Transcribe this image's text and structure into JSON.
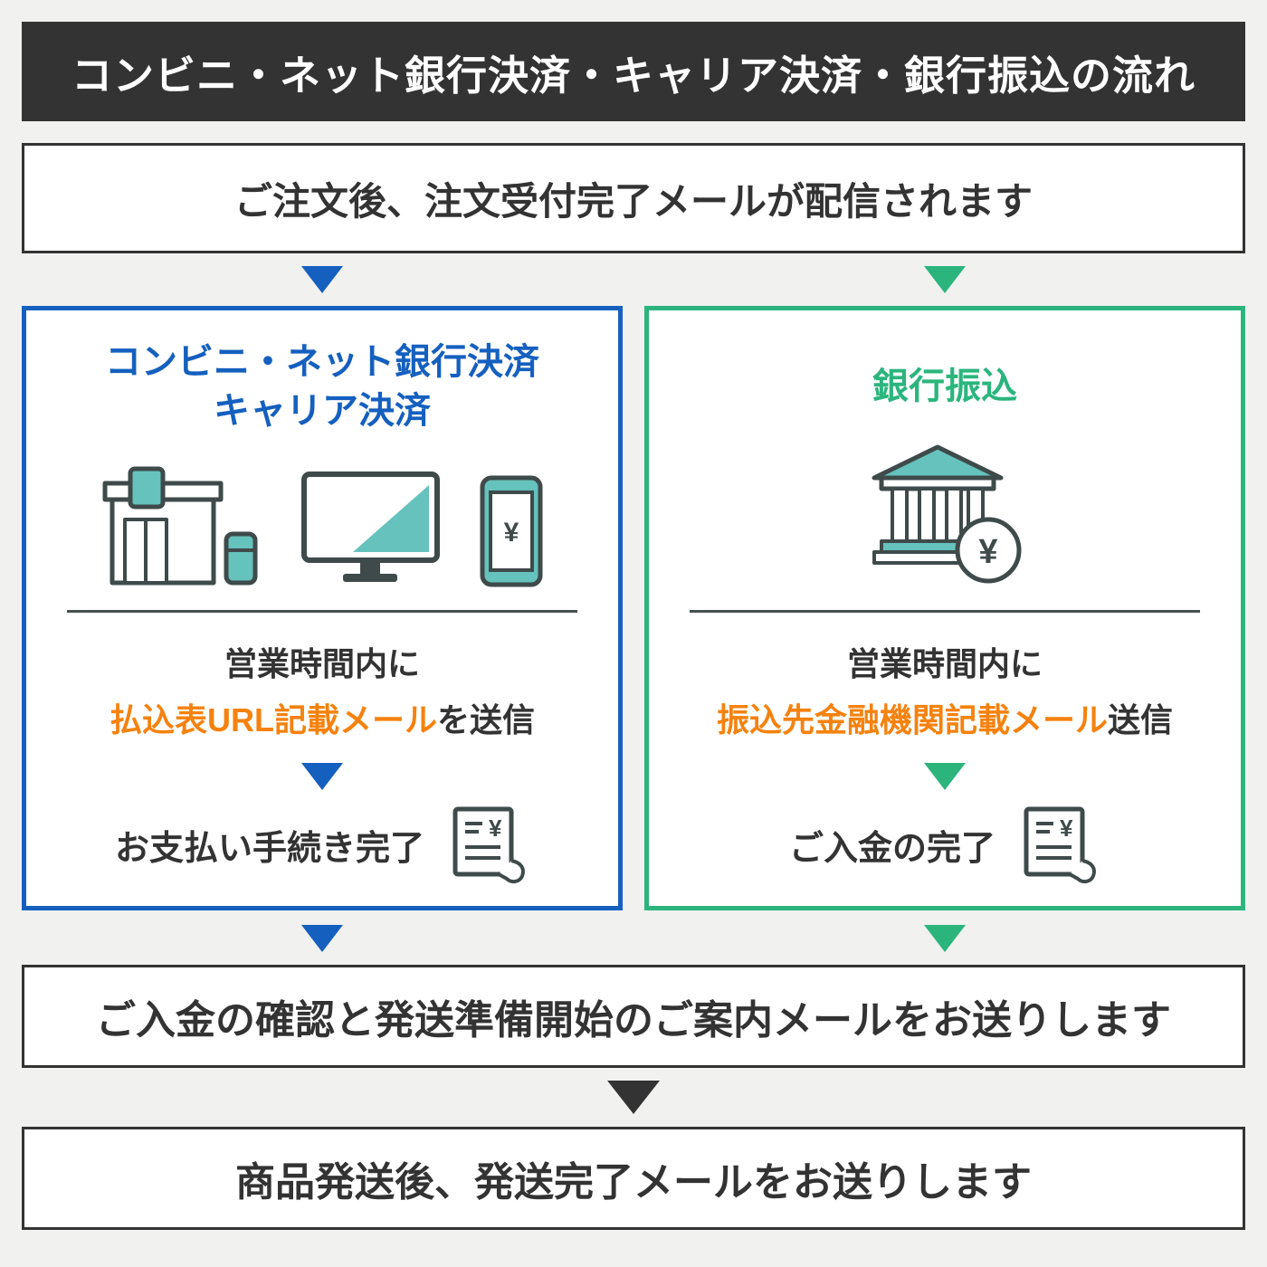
{
  "header": {
    "title": "コンビニ・ネット銀行決済・キャリア決済・銀行振込の流れ"
  },
  "flow": {
    "order_received": "ご注文後、注文受付完了メールが配信されます",
    "confirm": "ご入金の確認と発送準備開始のご案内メールをお送りします",
    "shipped": "商品発送後、発送完了メールをお送りします"
  },
  "left": {
    "title_line1": "コンビニ・ネット銀行決済",
    "title_line2": "キャリア決済",
    "hours": "営業時間内に",
    "mail_highlight": "払込表URL記載メール",
    "mail_suffix": "を送信",
    "done": "お支払い手続き完了"
  },
  "right": {
    "title": "銀行振込",
    "hours": "営業時間内に",
    "mail_highlight": "振込先金融機関記載メール",
    "mail_suffix": "送信",
    "done": "ご入金の完了"
  },
  "symbols": {
    "yen": "¥"
  },
  "colors": {
    "background": "#f1f1f0",
    "dark": "#333333",
    "blue": "#1560bf",
    "green": "#2bb57d",
    "orange": "#f5820f",
    "teal_icon": "#66c2bc",
    "icon_outline": "#3f4a4a"
  },
  "icons": {
    "store": "convenience-store-icon",
    "monitor": "computer-monitor-icon",
    "phone": "smartphone-yen-icon",
    "bank": "bank-yen-icon",
    "receipt": "payment-receipt-icon",
    "arrow": "triangle-down-icon"
  }
}
